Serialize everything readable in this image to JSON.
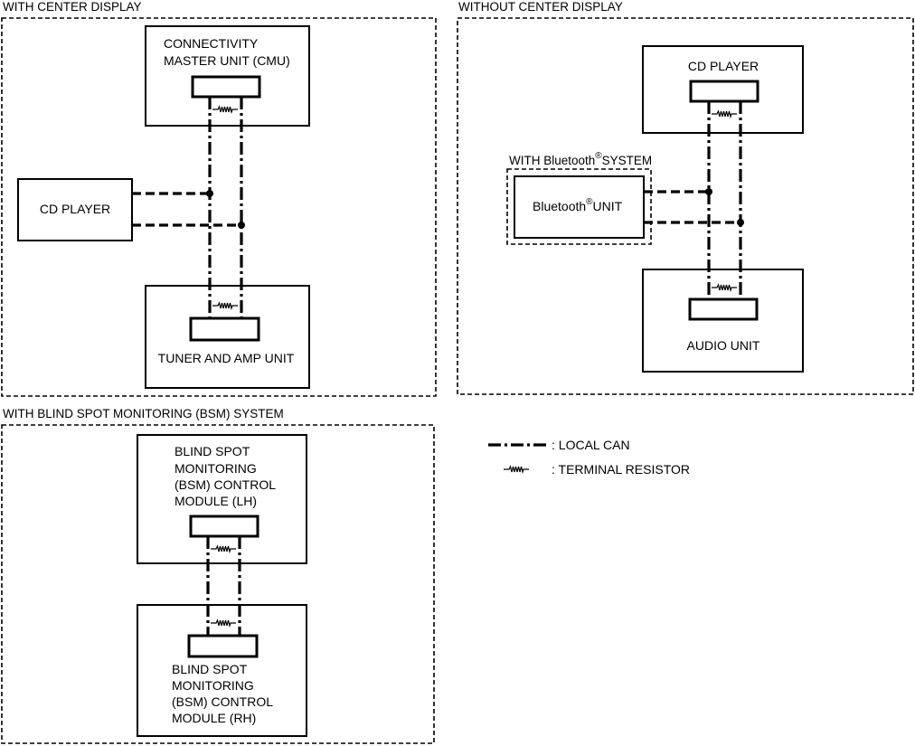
{
  "sections": {
    "with_center_display": {
      "title": "WITH CENTER DISPLAY",
      "cmu_line1": "CONNECTIVITY",
      "cmu_line2": "MASTER UNIT (CMU)",
      "cd_player": "CD PLAYER",
      "tuner": "TUNER AND AMP UNIT"
    },
    "without_center_display": {
      "title": "WITHOUT CENTER DISPLAY",
      "cd_player": "CD PLAYER",
      "bt_system_title": "WITH Bluetooth",
      "bt_system_suffix": "SYSTEM",
      "bt_unit": "Bluetooth",
      "bt_unit_suffix": "UNIT",
      "registered_mark": "®",
      "audio_unit": "AUDIO UNIT"
    },
    "bsm": {
      "title": "WITH BLIND SPOT MONITORING (BSM) SYSTEM",
      "lh_lines": [
        "BLIND SPOT",
        "MONITORING",
        "(BSM) CONTROL",
        "MODULE (LH)"
      ],
      "rh_lines": [
        "BLIND SPOT",
        "MONITORING",
        "(BSM) CONTROL",
        "MODULE (RH)"
      ]
    }
  },
  "legend": {
    "local_can": ": LOCAL CAN",
    "terminal_resistor": ": TERMINAL RESISTOR"
  }
}
